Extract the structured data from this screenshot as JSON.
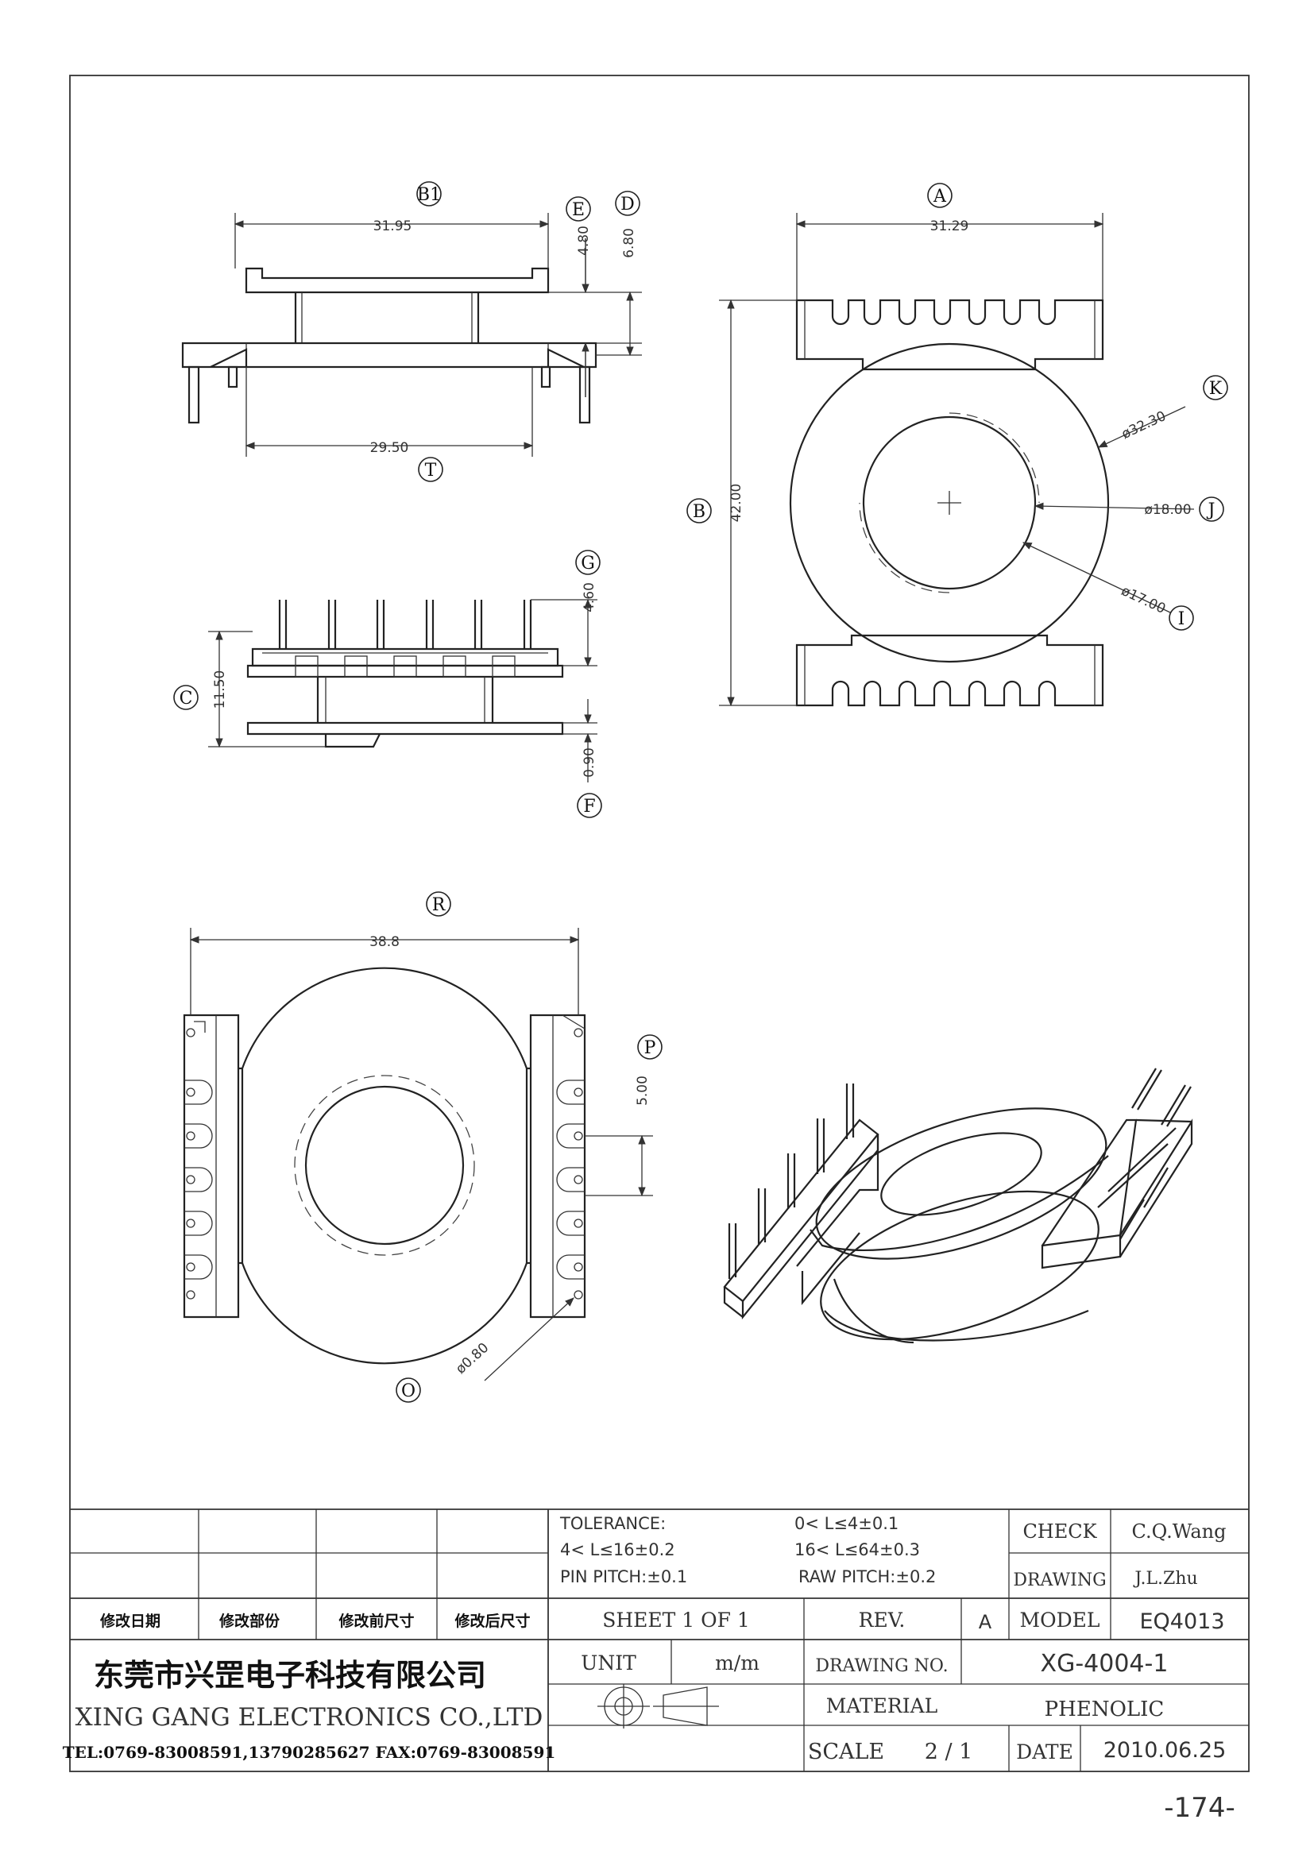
{
  "views": {
    "side": {
      "b1_label": "B1",
      "b1_value": "31.95",
      "e_label": "E",
      "e_value": "4.80",
      "d_label": "D",
      "d_value": "6.80",
      "t_label": "T",
      "t_value": "29.50"
    },
    "top": {
      "a_label": "A",
      "a_value": "31.29",
      "b_label": "B",
      "b_value": "42.00",
      "k_label": "K",
      "k_value": "ø32.30",
      "j_label": "J",
      "j_value": "ø18.00",
      "i_label": "I",
      "i_value": "ø17.00"
    },
    "front": {
      "g_label": "G",
      "g_value": "4.60",
      "c_label": "C",
      "c_value": "11.50",
      "f_label": "F",
      "f_value": "0.90"
    },
    "bottom": {
      "r_label": "R",
      "r_value": "38.8",
      "p_label": "P",
      "p_value": "5.00",
      "o_label": "O",
      "o_value": "ø0.80"
    }
  },
  "title_block": {
    "revision_headers": [
      "修改日期",
      "修改部份",
      "修改前尺寸",
      "修改后尺寸"
    ],
    "tolerance_label": "TOLERANCE:",
    "tol_1": "0< L≤4±0.1",
    "tol_2": "4< L≤16±0.2",
    "tol_3": "16< L≤64±0.3",
    "pin_pitch": "PIN PITCH:±0.1",
    "raw_pitch": "RAW PITCH:±0.2",
    "check_label": "CHECK",
    "check_value": "C.Q.Wang",
    "drawing_label": "DRAWING",
    "drawing_value": "J.L.Zhu",
    "sheet": "SHEET 1 OF 1",
    "rev_label": "REV.",
    "rev_value": "A",
    "model_label": "MODEL",
    "model_value": "EQ4013",
    "company_cn": "东莞市兴罡电子科技有限公司",
    "company_en": "XING GANG ELECTRONICS CO.,LTD",
    "contact": "TEL:0769-83008591,13790285627 FAX:0769-83008591",
    "unit_label": "UNIT",
    "unit_value": "m/m",
    "drawing_no_label": "DRAWING NO.",
    "drawing_no_value": "XG-4004-1",
    "material_label": "MATERIAL",
    "material_value": "PHENOLIC",
    "scale_label": "SCALE",
    "scale_value": "2 / 1",
    "date_label": "DATE",
    "date_value": "2010.06.25"
  },
  "page_number": "-174-"
}
